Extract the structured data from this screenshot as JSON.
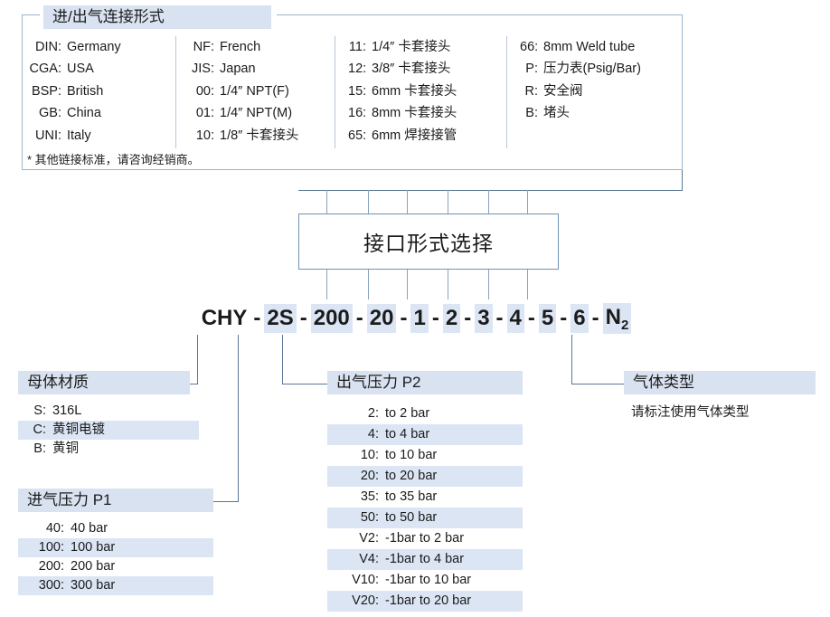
{
  "connection_box": {
    "title": "进/出气连接形式",
    "columns": [
      [
        {
          "key": "DIN:",
          "value": "Germany"
        },
        {
          "key": "CGA:",
          "value": "USA"
        },
        {
          "key": "BSP:",
          "value": "British"
        },
        {
          "key": "GB:",
          "value": "China"
        },
        {
          "key": "UNI:",
          "value": "Italy"
        }
      ],
      [
        {
          "key": "NF:",
          "value": "French"
        },
        {
          "key": "JIS:",
          "value": "Japan"
        },
        {
          "key": "00:",
          "value": "1/4″ NPT(F)"
        },
        {
          "key": "01:",
          "value": "1/4″ NPT(M)"
        },
        {
          "key": "10:",
          "value": "1/8″ 卡套接头"
        }
      ],
      [
        {
          "key": "11:",
          "value": "1/4″ 卡套接头"
        },
        {
          "key": "12:",
          "value": "3/8″ 卡套接头"
        },
        {
          "key": "15:",
          "value": "6mm 卡套接头"
        },
        {
          "key": "16:",
          "value": "8mm 卡套接头"
        },
        {
          "key": "65:",
          "value": "6mm 焊接接管"
        }
      ],
      [
        {
          "key": "66:",
          "value": "8mm Weld tube"
        },
        {
          "key": "P:",
          "value": "压力表(Psig/Bar)"
        },
        {
          "key": "R:",
          "value": "安全阀"
        },
        {
          "key": "B:",
          "value": "堵头"
        }
      ]
    ],
    "note": "* 其他链接标准，请咨询经销商。"
  },
  "selector_box": {
    "label": "接口形式选择"
  },
  "model_code": {
    "segments": [
      {
        "text": "CHY",
        "highlight": false
      },
      {
        "text": "2S",
        "highlight": true
      },
      {
        "text": "200",
        "highlight": true
      },
      {
        "text": "20",
        "highlight": true
      },
      {
        "text": "1",
        "highlight": true
      },
      {
        "text": "2",
        "highlight": true
      },
      {
        "text": "3",
        "highlight": true
      },
      {
        "text": "4",
        "highlight": true
      },
      {
        "text": "5",
        "highlight": true
      },
      {
        "text": "6",
        "highlight": true
      },
      {
        "text": "N2",
        "highlight": true,
        "subscript": "2",
        "base": "N"
      }
    ],
    "separator": "-"
  },
  "body_material": {
    "title": "母体材质",
    "options": [
      {
        "key": "S:",
        "value": "316L"
      },
      {
        "key": "C:",
        "value": "黄铜电镀"
      },
      {
        "key": "B:",
        "value": "黄铜"
      }
    ]
  },
  "inlet_pressure": {
    "title": "进气压力 P1",
    "options": [
      {
        "key": "40:",
        "value": "40 bar"
      },
      {
        "key": "100:",
        "value": "100 bar"
      },
      {
        "key": "200:",
        "value": "200 bar"
      },
      {
        "key": "300:",
        "value": "300 bar"
      }
    ]
  },
  "outlet_pressure": {
    "title": "出气压力 P2",
    "options": [
      {
        "key": "2:",
        "value": "to 2 bar"
      },
      {
        "key": "4:",
        "value": "to 4 bar"
      },
      {
        "key": "10:",
        "value": "to 10 bar"
      },
      {
        "key": "20:",
        "value": "to 20 bar"
      },
      {
        "key": "35:",
        "value": "to 35 bar"
      },
      {
        "key": "50:",
        "value": "to 50 bar"
      },
      {
        "key": "V2:",
        "value": "-1bar to 2 bar"
      },
      {
        "key": "V4:",
        "value": "-1bar to 4 bar"
      },
      {
        "key": "V10:",
        "value": "-1bar to 10 bar"
      },
      {
        "key": "V20:",
        "value": "-1bar to 20 bar"
      }
    ]
  },
  "gas_type": {
    "title": "气体类型",
    "note": "请标注使用气体类型"
  },
  "colors": {
    "title_band": "#d9e2f0",
    "zebra_band": "#dbe5f4",
    "box_border": "#6f92b5",
    "connector_line": "#5b7694",
    "text": "#1b1b1b"
  }
}
